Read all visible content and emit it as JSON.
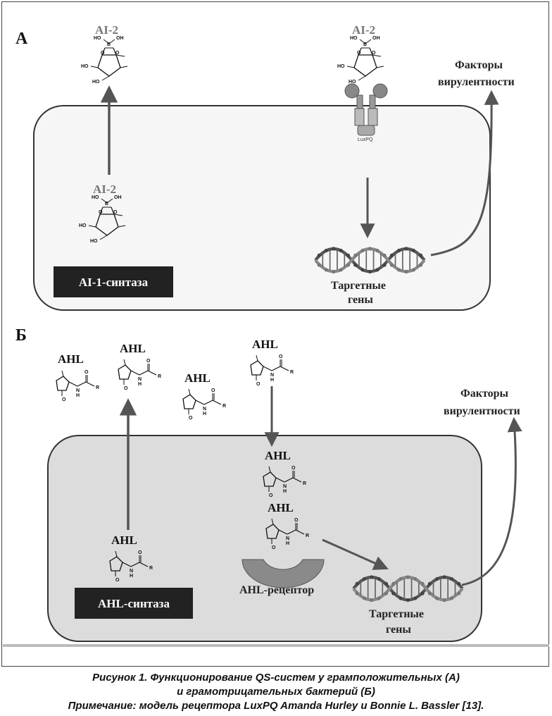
{
  "panel_a": {
    "label": "А",
    "ai2_label": "AI-2",
    "synthase_label": "AI-1-синтаза",
    "receptor_label": "LuxPQ",
    "target_genes_line1": "Таргетные",
    "target_genes_line2": "гены",
    "virulence_line1": "Факторы",
    "virulence_line2": "вирулентности"
  },
  "panel_b": {
    "label": "Б",
    "ahl_label": "AHL",
    "synthase_label": "AHL-синтаза",
    "receptor_label": "AHL-рецептор",
    "target_genes_line1": "Таргетные",
    "target_genes_line2": "гены",
    "virulence_line1": "Факторы",
    "virulence_line2": "вирулентности"
  },
  "chem": {
    "ho": "HO",
    "oh": "OH",
    "b": "B",
    "o": "O",
    "n": "N",
    "h": "H",
    "r": "R"
  },
  "caption": {
    "line1": "Рисунок 1. Функционирование QS-систем у грамположительных (А)",
    "line2": "и грамотрицательных бактерий (Б)",
    "line3": "Примечание: модель рецептора LuxPQ Amanda Hurley и Bonnie L. Bassler [13]."
  }
}
